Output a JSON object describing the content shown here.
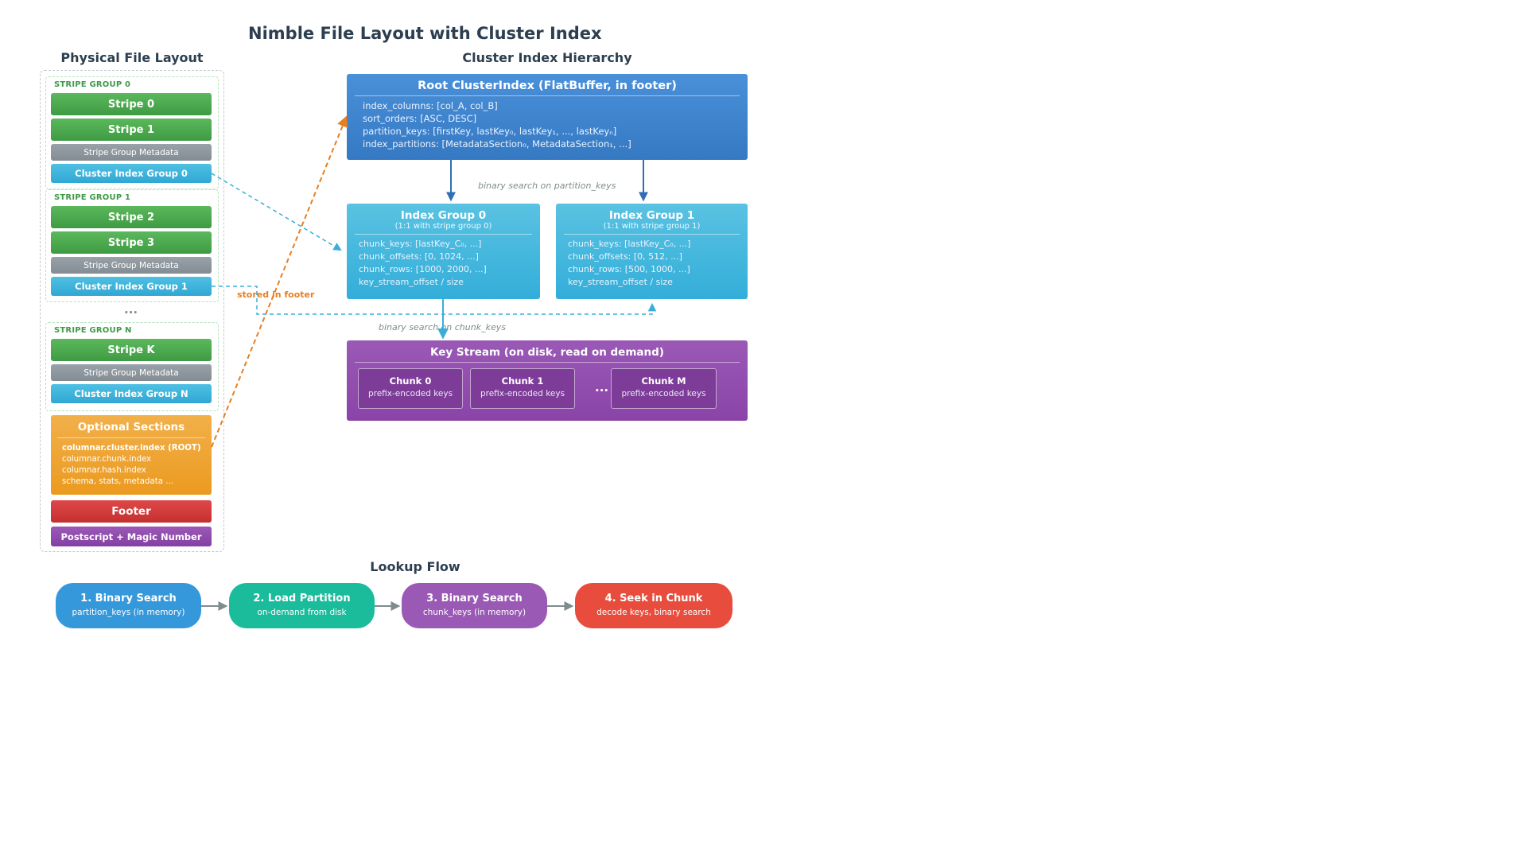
{
  "title": "Nimble File Layout with Cluster Index",
  "physical": {
    "title": "Physical File Layout",
    "groups": [
      {
        "label": "STRIPE GROUP 0",
        "stripes": [
          "Stripe 0",
          "Stripe 1"
        ],
        "metadata": "Stripe Group Metadata",
        "cluster_index": "Cluster Index Group 0"
      },
      {
        "label": "STRIPE GROUP 1",
        "stripes": [
          "Stripe 2",
          "Stripe 3"
        ],
        "metadata": "Stripe Group Metadata",
        "cluster_index": "Cluster Index Group 1"
      },
      {
        "label": "STRIPE GROUP N",
        "stripes": [
          "Stripe K"
        ],
        "metadata": "Stripe Group Metadata",
        "cluster_index": "Cluster Index Group N"
      }
    ],
    "ellipsis": "...",
    "optional": {
      "title": "Optional Sections",
      "lines": [
        "columnar.cluster.index (ROOT)",
        "columnar.chunk.index",
        "columnar.hash.index",
        "schema, stats, metadata ..."
      ]
    },
    "footer": "Footer",
    "postscript": "Postscript + Magic Number"
  },
  "hierarchy": {
    "title": "Cluster Index Hierarchy",
    "root": {
      "title": "Root ClusterIndex (FlatBuffer, in footer)",
      "lines": [
        "index_columns: [col_A, col_B]",
        "sort_orders: [ASC, DESC]",
        "partition_keys: [firstKey, lastKey₀, lastKey₁, ..., lastKeyₙ]",
        "index_partitions: [MetadataSection₀, MetadataSection₁, ...]"
      ]
    },
    "annot_partition": "binary search on partition_keys",
    "index_groups": [
      {
        "title": "Index Group 0",
        "subtitle": "(1:1 with stripe group 0)",
        "lines": [
          "chunk_keys: [lastKey_C₀, ...]",
          "chunk_offsets: [0, 1024, ...]",
          "chunk_rows: [1000, 2000, ...]",
          "key_stream_offset / size"
        ]
      },
      {
        "title": "Index Group 1",
        "subtitle": "(1:1 with stripe group 1)",
        "lines": [
          "chunk_keys: [lastKey_C₀, ...]",
          "chunk_offsets: [0, 512, ...]",
          "chunk_rows: [500, 1000, ...]",
          "key_stream_offset / size"
        ]
      }
    ],
    "annot_footer": "stored in footer",
    "annot_chunk": "binary search on chunk_keys",
    "key_stream": {
      "title": "Key Stream (on disk, read on demand)",
      "chunks": [
        {
          "name": "Chunk 0",
          "sub": "prefix-encoded keys"
        },
        {
          "name": "Chunk 1",
          "sub": "prefix-encoded keys"
        },
        {
          "name": "Chunk M",
          "sub": "prefix-encoded keys"
        }
      ],
      "ellipsis": "..."
    }
  },
  "lookup": {
    "title": "Lookup Flow",
    "steps": [
      {
        "name": "1. Binary Search",
        "sub": "partition_keys (in memory)",
        "color": "#3498db"
      },
      {
        "name": "2. Load Partition",
        "sub": "on-demand from disk",
        "color": "#1abc9c"
      },
      {
        "name": "3. Binary Search",
        "sub": "chunk_keys (in memory)",
        "color": "#9b59b6"
      },
      {
        "name": "4. Seek in Chunk",
        "sub": "decode keys, binary search",
        "color": "#e74c3c"
      }
    ]
  },
  "colors": {
    "stripe": "#4cae4f",
    "metadata": "#8e979e",
    "cluster_index": "#3db5dc",
    "optional": "#f0a43a",
    "footer": "#d63c3c",
    "postscript": "#8e44ad",
    "root": "#3f85cf",
    "index_group": "#45b8de",
    "key_stream": "#9149b0",
    "link_footer": "#e67e22",
    "link_group": "#3aaed8",
    "arrow_hierarchy": "#2f6fb5",
    "arrow_flow": "#7f8c8d"
  }
}
